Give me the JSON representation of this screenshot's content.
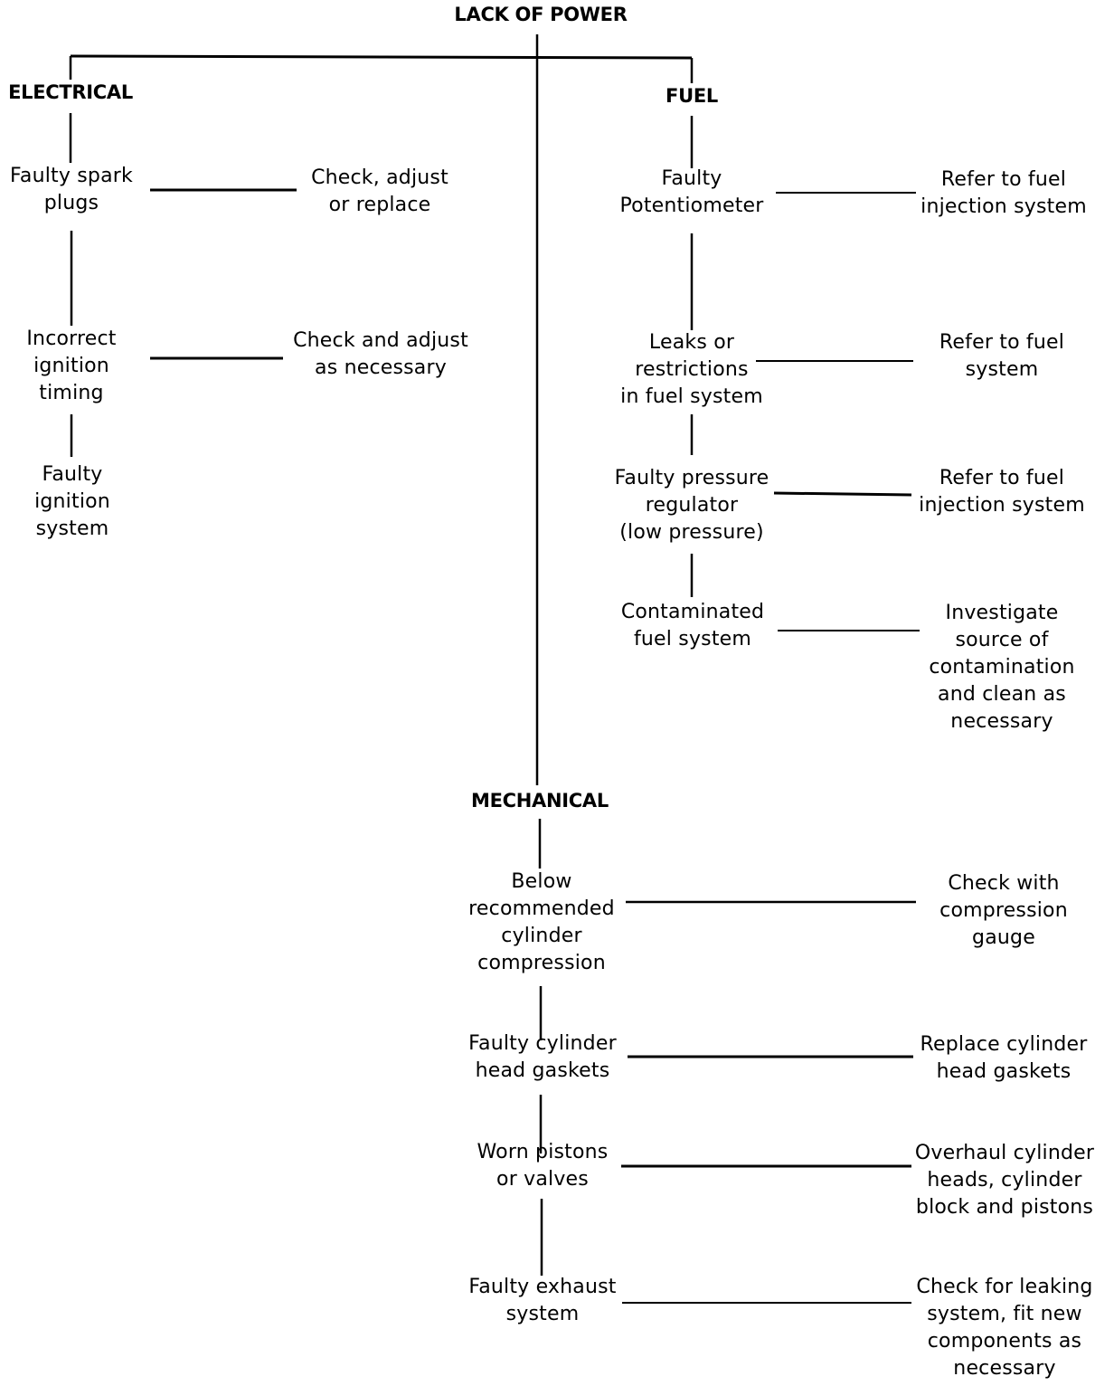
{
  "title": "LACK OF POWER",
  "branches": {
    "electrical": {
      "heading": "ELECTRICAL",
      "causes": [
        {
          "cause": "Faulty spark\nplugs",
          "remedy": "Check, adjust\nor replace"
        },
        {
          "cause": "Incorrect\nignition\ntiming",
          "remedy": "Check and adjust\nas necessary"
        },
        {
          "cause": "Faulty\nignition\nsystem",
          "remedy": ""
        }
      ]
    },
    "fuel": {
      "heading": "FUEL",
      "causes": [
        {
          "cause": "Faulty\nPotentiometer",
          "remedy": "Refer to fuel\ninjection system"
        },
        {
          "cause": "Leaks or\nrestrictions\nin fuel system",
          "remedy": "Refer to fuel\nsystem"
        },
        {
          "cause": "Faulty pressure\nregulator\n(low pressure)",
          "remedy": "Refer to fuel\ninjection system"
        },
        {
          "cause": "Contaminated\nfuel system",
          "remedy": "Investigate\nsource of\ncontamination\nand clean as\nnecessary"
        }
      ]
    },
    "mechanical": {
      "heading": "MECHANICAL",
      "causes": [
        {
          "cause": "Below\nrecommended\ncylinder\ncompression",
          "remedy": "Check with\ncompression\ngauge"
        },
        {
          "cause": "Faulty cylinder\nhead gaskets",
          "remedy": "Replace cylinder\nhead gaskets"
        },
        {
          "cause": "Worn pistons\nor valves",
          "remedy": "Overhaul cylinder\nheads, cylinder\nblock and pistons"
        },
        {
          "cause": "Faulty exhaust\nsystem",
          "remedy": "Check for leaking\nsystem, fit new\ncomponents as\nnecessary"
        }
      ]
    }
  }
}
